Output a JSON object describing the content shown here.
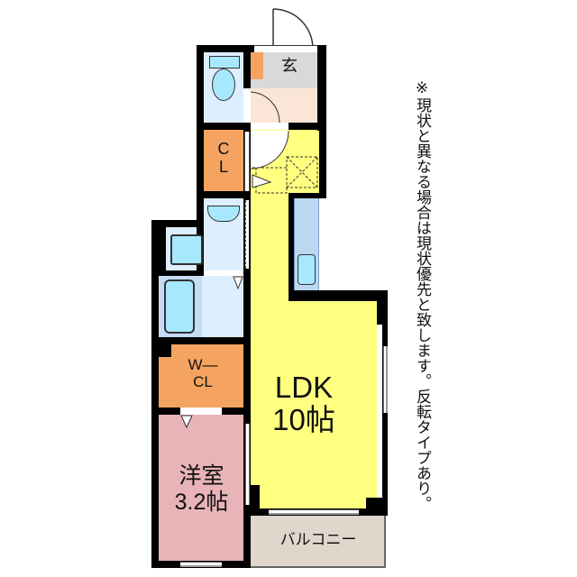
{
  "floor_plan": {
    "rooms": {
      "entrance": {
        "label": "玄",
        "color": "#d9d9d9"
      },
      "hall": {
        "label": "",
        "color": "#fbe5d6"
      },
      "toilet": {
        "label": "",
        "color": "#ddeeff"
      },
      "closet": {
        "label_line1": "C",
        "label_line2": "L",
        "color": "#f4a460"
      },
      "washroom": {
        "label": "",
        "color": "#ddeeff"
      },
      "bathroom": {
        "label": "",
        "color": "#ddeeff"
      },
      "walk_in_closet": {
        "label_line1": "W—",
        "label_line2": "CL",
        "color": "#f4a460"
      },
      "western_room": {
        "label_line1": "洋室",
        "label_line2": "3.2帖",
        "color": "#e8b4b8"
      },
      "ldk": {
        "label_line1": "LDK",
        "label_line2": "10帖",
        "color": "#ffff80"
      },
      "balcony": {
        "label": "バルコニー",
        "color": "#e0d6cc"
      },
      "kitchen_counter": {
        "label": "",
        "color": "#bdd7f0"
      }
    },
    "colors": {
      "wall": "#000000",
      "fixture_blue": "#a8e8ff",
      "fixture_outline": "#333333"
    }
  },
  "note": {
    "text": "※現状と異なる場合は現状優先と致します。反転タイプあり。"
  }
}
